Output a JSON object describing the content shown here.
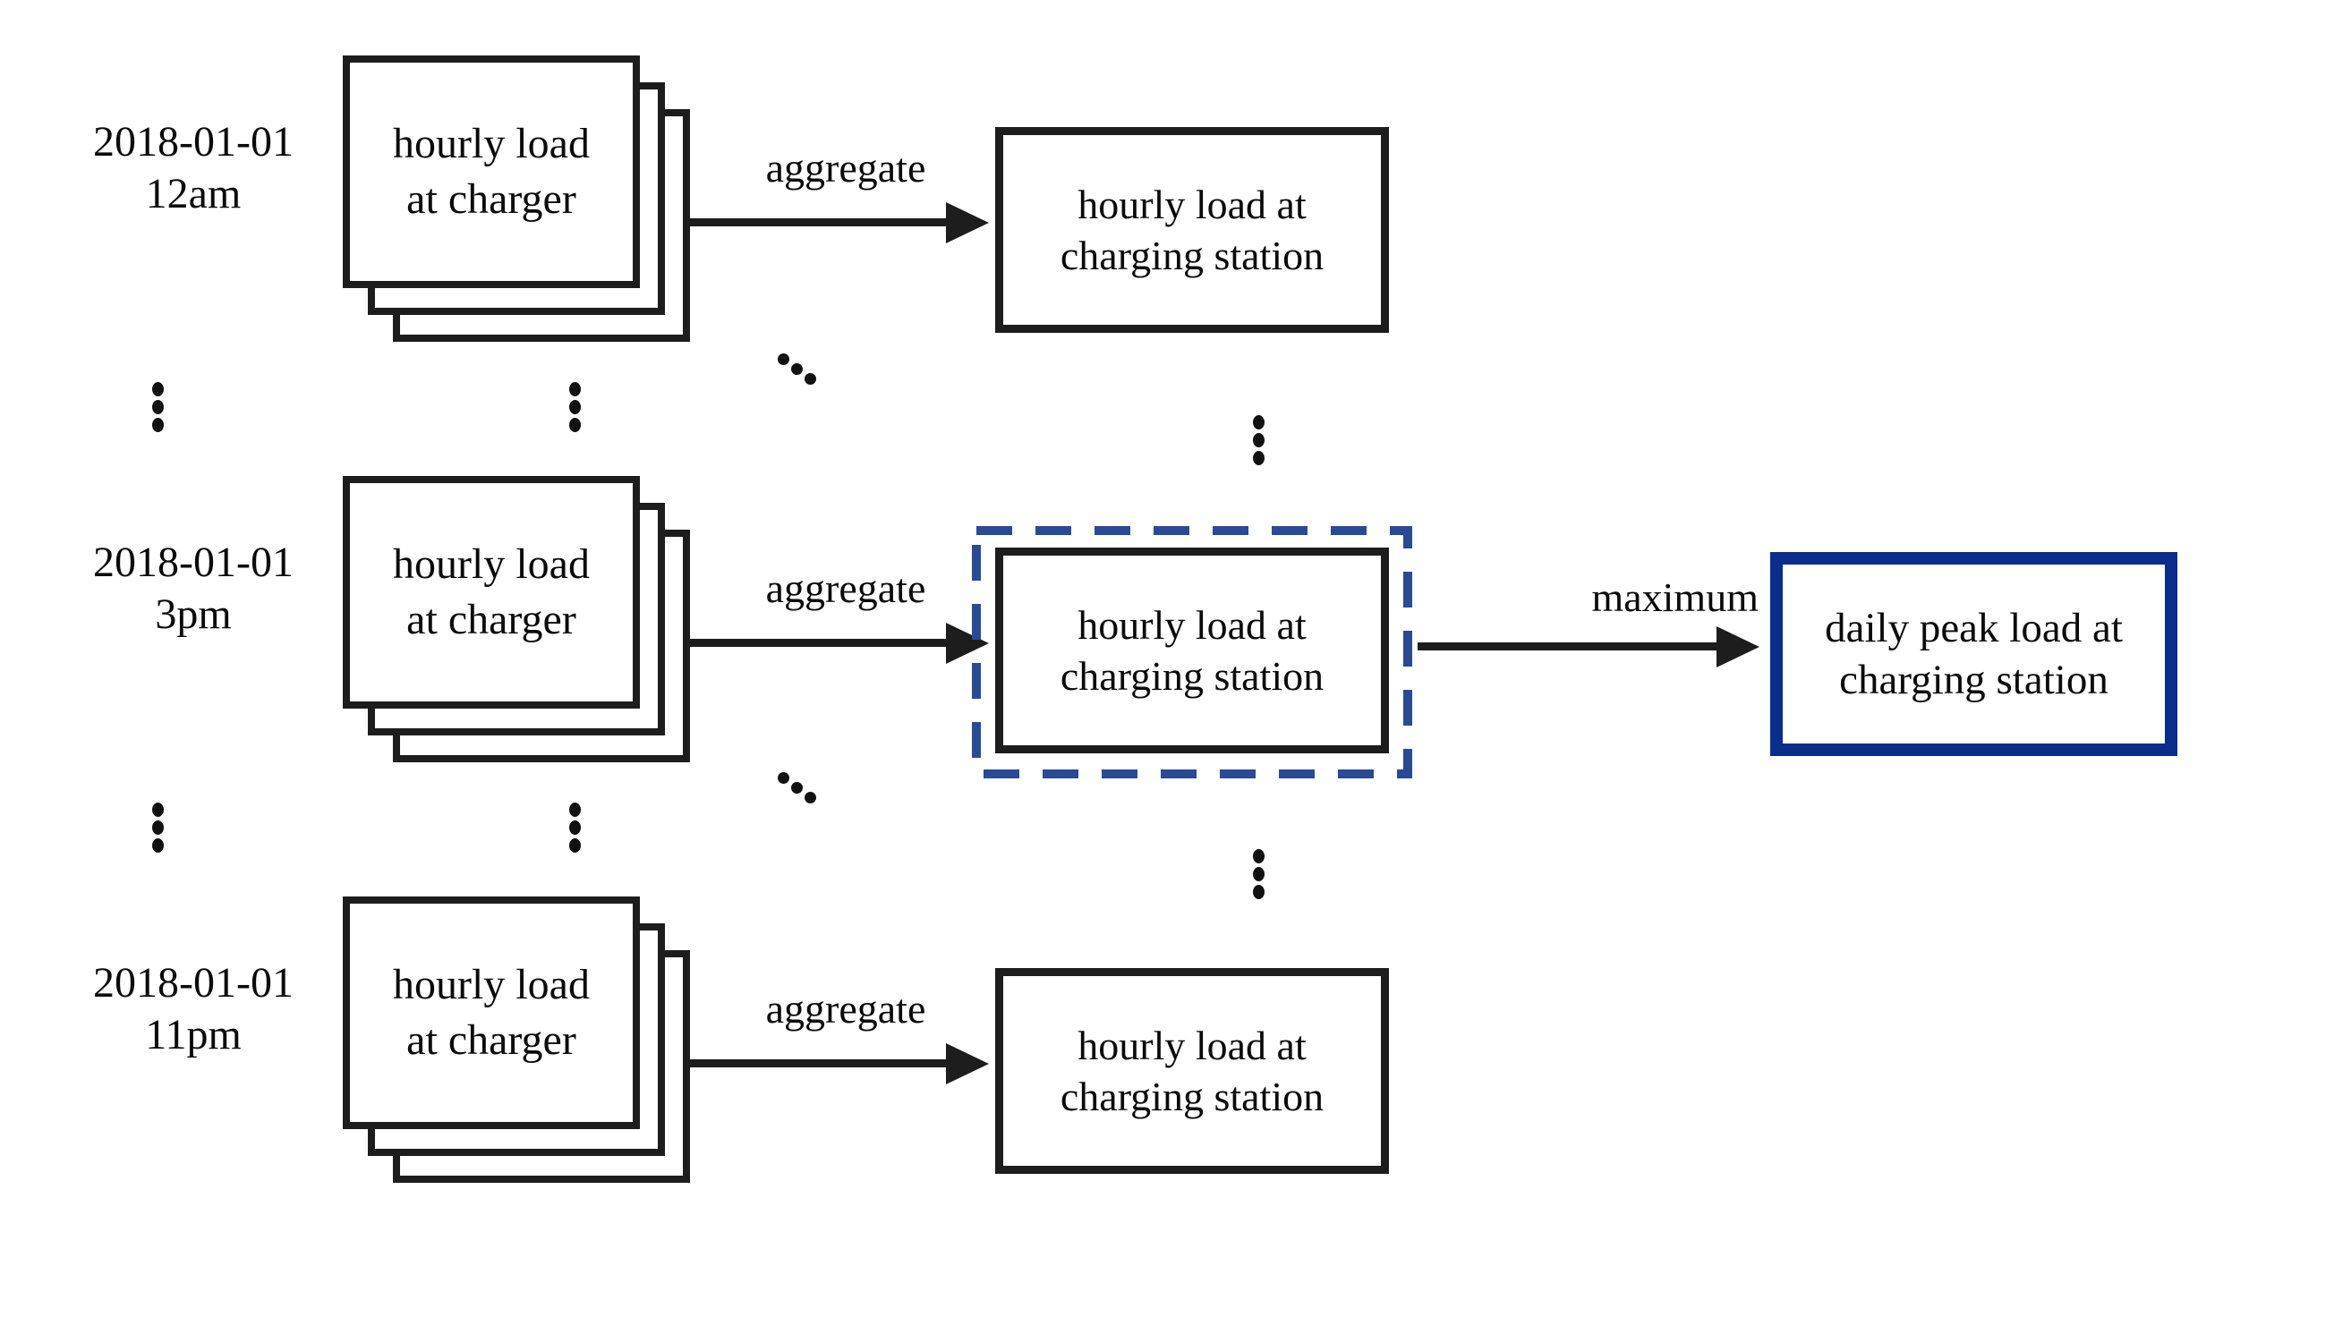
{
  "diagram": {
    "rows": [
      {
        "date_line1": "2018-01-01",
        "date_line2": "12am",
        "charger_line1": "hourly load",
        "charger_line2": "at charger",
        "arrow_label": "aggregate",
        "station_line1": "hourly load at",
        "station_line2": "charging station"
      },
      {
        "date_line1": "2018-01-01",
        "date_line2": "3pm",
        "charger_line1": "hourly load",
        "charger_line2": "at charger",
        "arrow_label": "aggregate",
        "station_line1": "hourly load at",
        "station_line2": "charging station"
      },
      {
        "date_line1": "2018-01-01",
        "date_line2": "11pm",
        "charger_line1": "hourly load",
        "charger_line2": "at charger",
        "arrow_label": "aggregate",
        "station_line1": "hourly load at",
        "station_line2": "charging station"
      }
    ],
    "max_arrow_label": "maximum",
    "peak_line1": "daily peak load at",
    "peak_line2": "charging station",
    "colors": {
      "box_border": "#1d1d1d",
      "highlight_dashed": "#2b4a96",
      "peak_border": "#0a2d8c",
      "text": "#0a0a0a"
    }
  }
}
